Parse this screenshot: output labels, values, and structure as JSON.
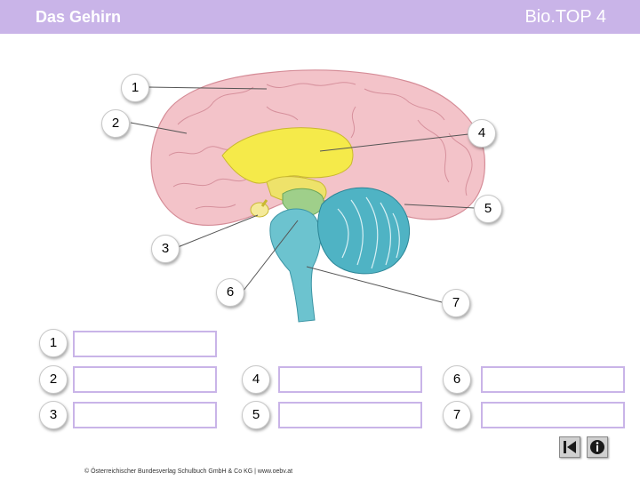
{
  "header": {
    "title": "Das Gehirn",
    "brand": "Bio.TOP 4"
  },
  "diagram": {
    "markers": [
      "1",
      "2",
      "4",
      "5",
      "3",
      "6",
      "7"
    ]
  },
  "form": {
    "rows": [
      {
        "label": "1"
      },
      {
        "label": "2"
      },
      {
        "label": "4"
      },
      {
        "label": "6"
      },
      {
        "label": "3"
      },
      {
        "label": "5"
      },
      {
        "label": "7"
      }
    ]
  },
  "footer": {
    "copyright": "© Österreichischer Bundesverlag Schulbuch GmbH & Co KG | www.oebv.at",
    "back_icon": "skip-back-icon",
    "info_icon": "info-icon"
  },
  "colors": {
    "header": "#c9b4e8",
    "cerebrum": "#f3c3c9",
    "diencephalon": "#f5ea4a",
    "brainstem": "#6cc3cf",
    "cerebellum": "#4fb3c4"
  }
}
